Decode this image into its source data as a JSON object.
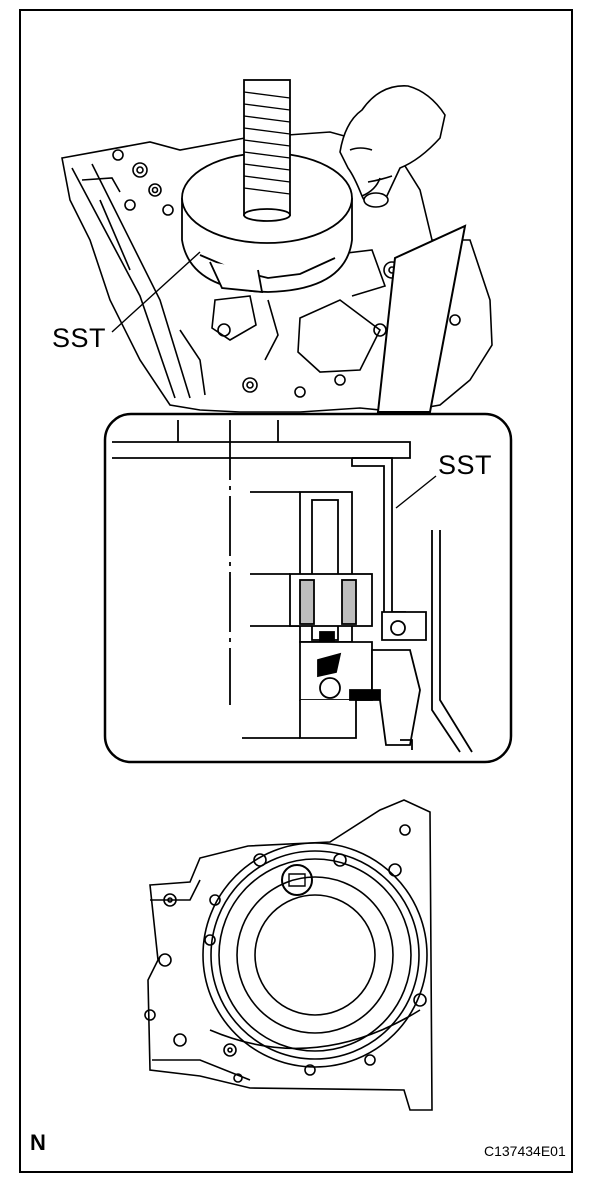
{
  "labels": {
    "sst_top": "SST",
    "sst_detail": "SST",
    "orientation": "N",
    "figure_code": "C137434E01"
  },
  "colors": {
    "ink": "#000000",
    "paper": "#ffffff",
    "hatch": "#bdbdbd"
  }
}
